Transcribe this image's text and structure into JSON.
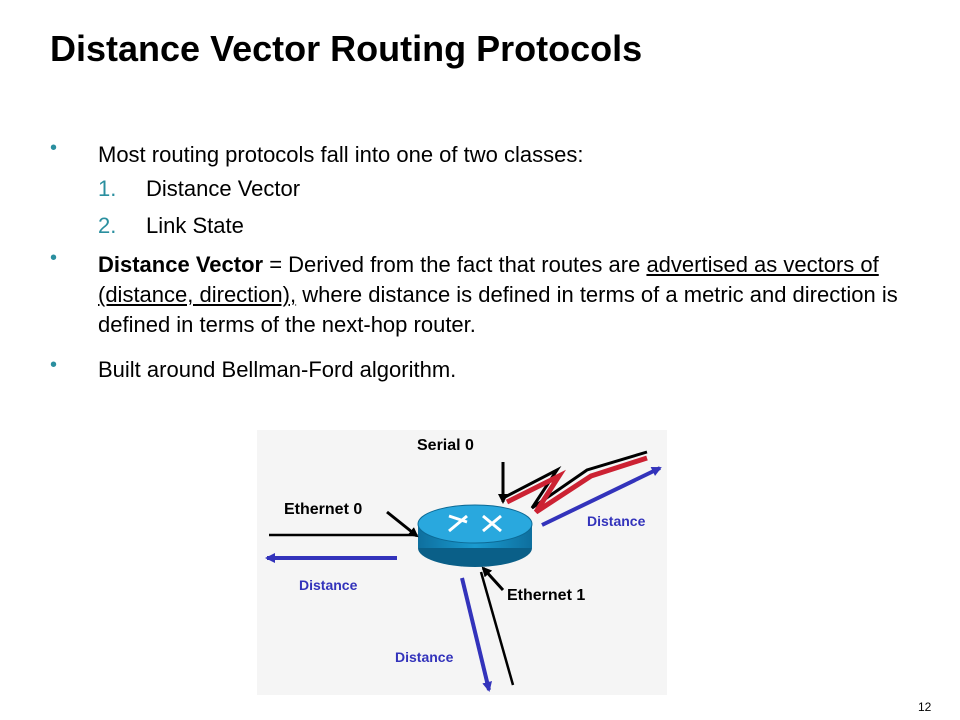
{
  "title": "Distance Vector Routing Protocols",
  "bullet_symbol": "•",
  "bullets": [
    {
      "text": "Most routing protocols fall into one of two classes:"
    },
    {
      "bold": "Distance Vector",
      "text_a": " = Derived from the fact that routes are ",
      "underline": "advertised as vectors of (distance, direction),",
      "text_b": " where distance is defined in terms of a metric and direction is defined in terms of the next-hop router."
    },
    {
      "text": "Built around Bellman-Ford algorithm."
    }
  ],
  "classes": [
    {
      "num": "1.",
      "text": "Distance Vector"
    },
    {
      "num": "2.",
      "text": "Link State"
    }
  ],
  "diagram": {
    "serial0": "Serial 0",
    "ethernet0": "Ethernet 0",
    "ethernet1": "Ethernet 1",
    "distance_right": "Distance",
    "distance_left": "Distance",
    "distance_bottom": "Distance",
    "colors": {
      "arrow": "#3333bb",
      "serial": "#cc2233",
      "router": "#1a8fc4"
    }
  },
  "page_number": "12"
}
